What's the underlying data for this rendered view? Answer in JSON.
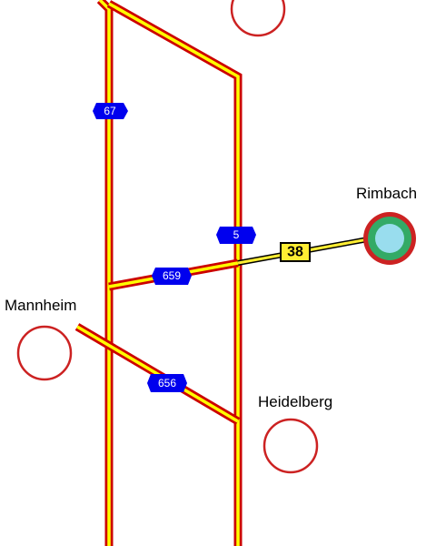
{
  "map": {
    "colors": {
      "motorway_casing": "#cc0000",
      "motorway_fill": "#ffff00",
      "motorway_shield": "#0000ee",
      "route_fill": "#ffee33",
      "route_casing": "#000000",
      "city_outline": "#cc2222",
      "capital_outer": "#cc2222",
      "capital_middle": "#33aa66",
      "capital_inner": "#99ddee"
    },
    "cities": {
      "rimbach": "Rimbach",
      "mannheim": "Mannheim",
      "heidelberg": "Heidelberg"
    },
    "shields": {
      "a67": "67",
      "a5": "5",
      "a659": "659",
      "a656": "656"
    },
    "routes": {
      "b38": "38"
    }
  }
}
